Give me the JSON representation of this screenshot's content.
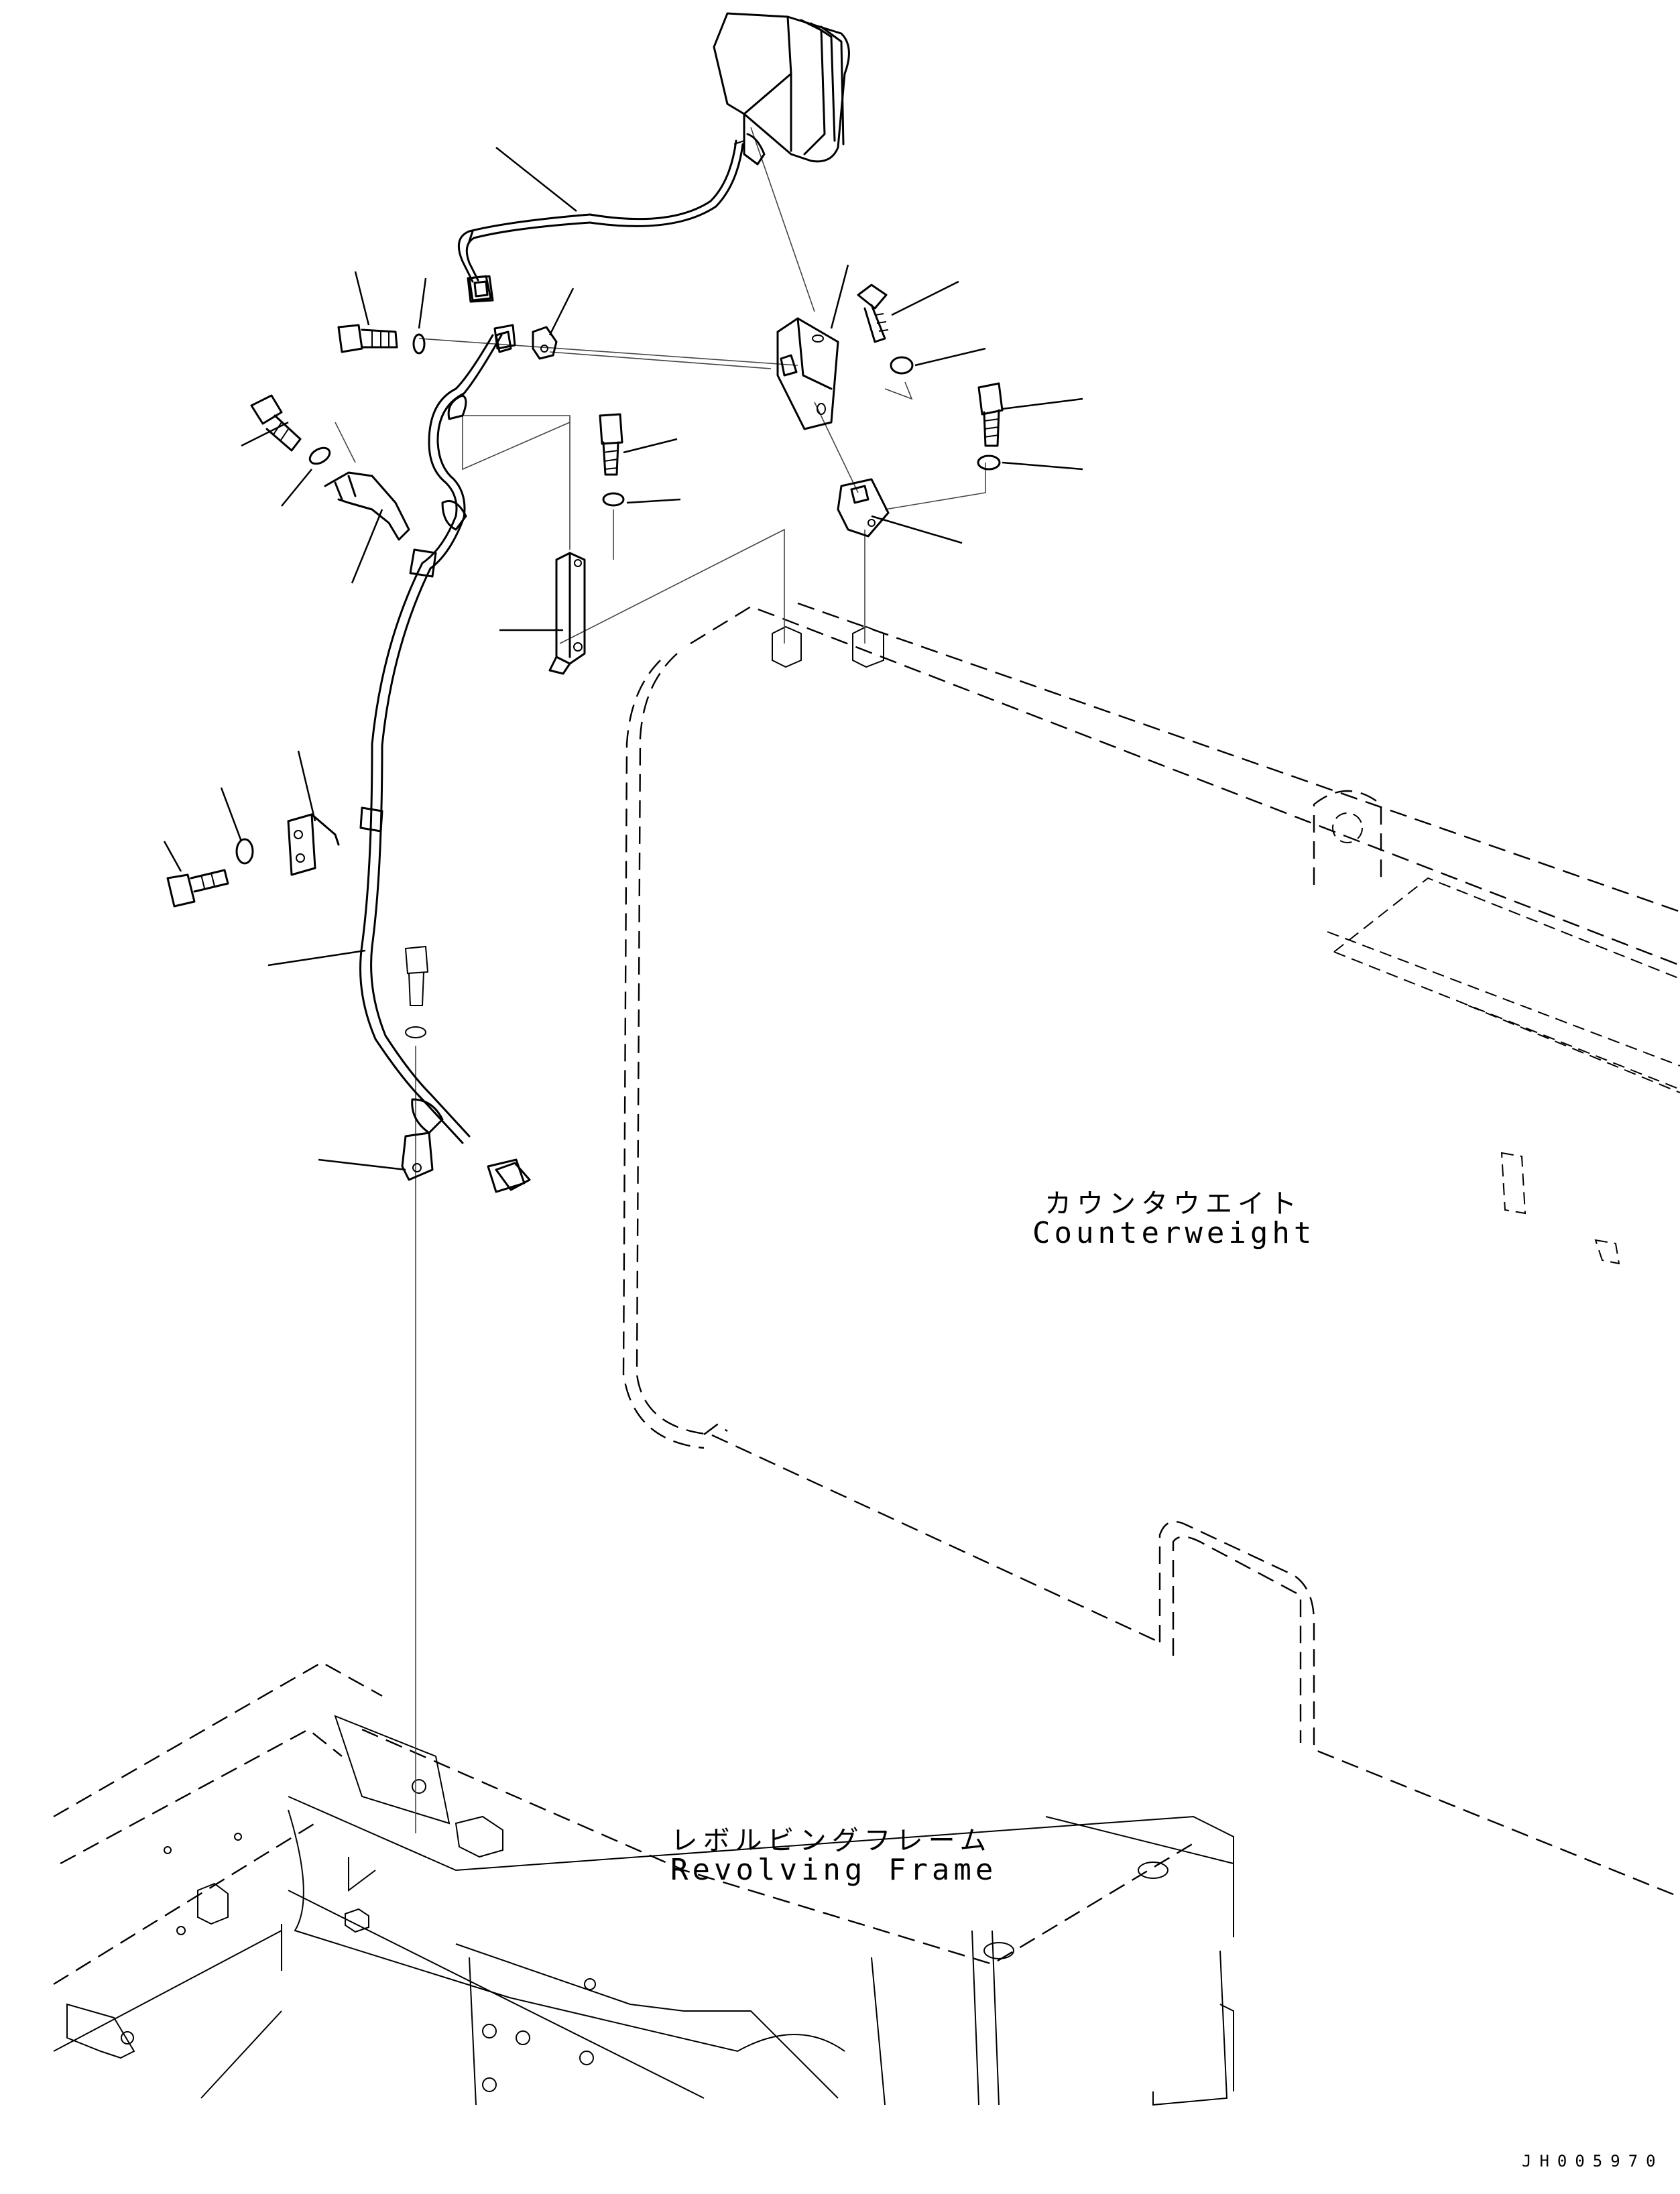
{
  "labels": {
    "counterweight": {
      "jp": "カウンタウエイト",
      "en": "Counterweight"
    },
    "revolving_frame": {
      "jp": "レボルビングフレーム",
      "en": "Revolving Frame"
    }
  },
  "drawing_code": "JH005970"
}
